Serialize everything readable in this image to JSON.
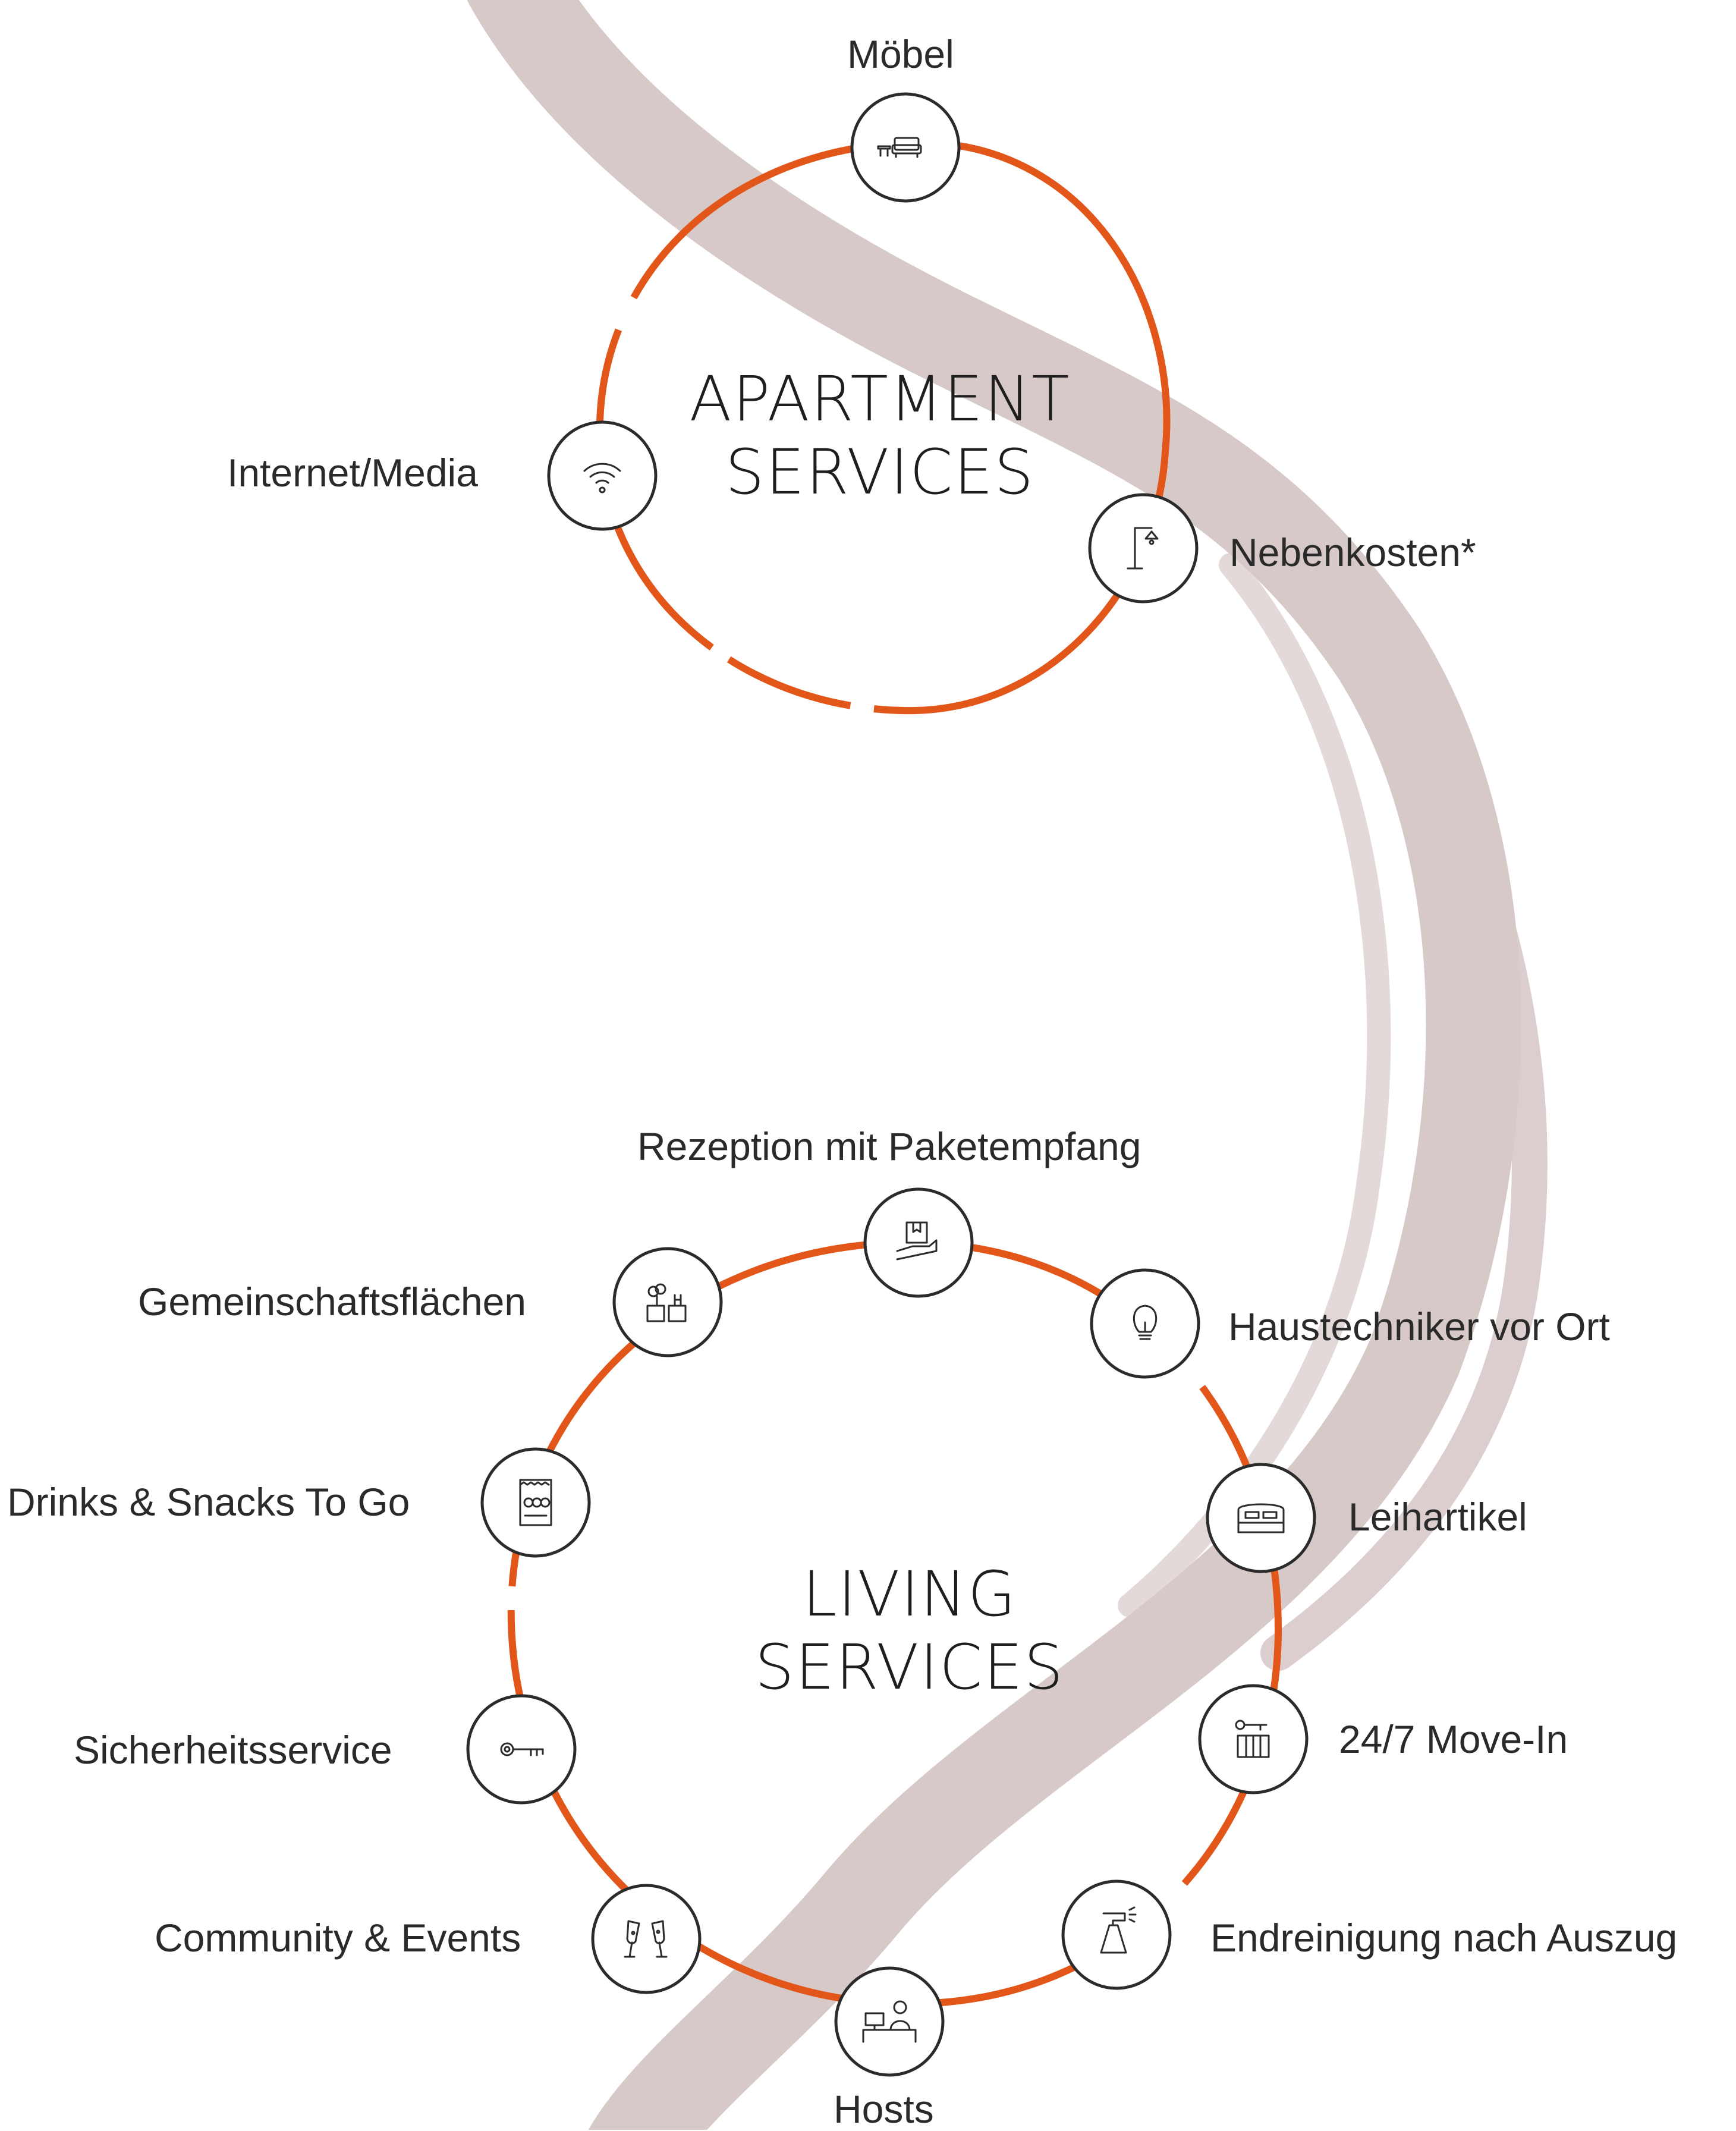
{
  "colors": {
    "accent_orange": "#e2561a",
    "brush_gray": "#d8c9c9",
    "icon_stroke": "#2b2b2b",
    "text": "#2a2a2a",
    "background": "#ffffff"
  },
  "apartment_services": {
    "title_line1": "APARTMENT",
    "title_line2": "SERVICES",
    "nodes": [
      {
        "label": "Möbel",
        "icon": "sofa-icon"
      },
      {
        "label": "Internet/Media",
        "icon": "wifi-icon"
      },
      {
        "label": "Nebenkosten*",
        "icon": "floor-lamp-icon"
      }
    ]
  },
  "living_services": {
    "title_line1": "LIVING",
    "title_line2": "SERVICES",
    "nodes": [
      {
        "label": "Rezeption mit Paketempfang",
        "icon": "package-hand-icon"
      },
      {
        "label": "Gemeinschaftsflächen",
        "icon": "common-area-icon"
      },
      {
        "label": "Haustechniker vor Ort",
        "icon": "lightbulb-icon"
      },
      {
        "label": "Drinks & Snacks To Go",
        "icon": "snack-pack-icon"
      },
      {
        "label": "Leihartikel",
        "icon": "bed-icon"
      },
      {
        "label": "Sicherheitsservice",
        "icon": "key-icon"
      },
      {
        "label": "24/7 Move-In",
        "icon": "key-suitcase-icon"
      },
      {
        "label": "Community & Events",
        "icon": "champagne-glasses-icon"
      },
      {
        "label": "Endreinigung nach Auszug",
        "icon": "spray-bottle-icon"
      },
      {
        "label": "Hosts",
        "icon": "host-desk-icon"
      }
    ]
  }
}
